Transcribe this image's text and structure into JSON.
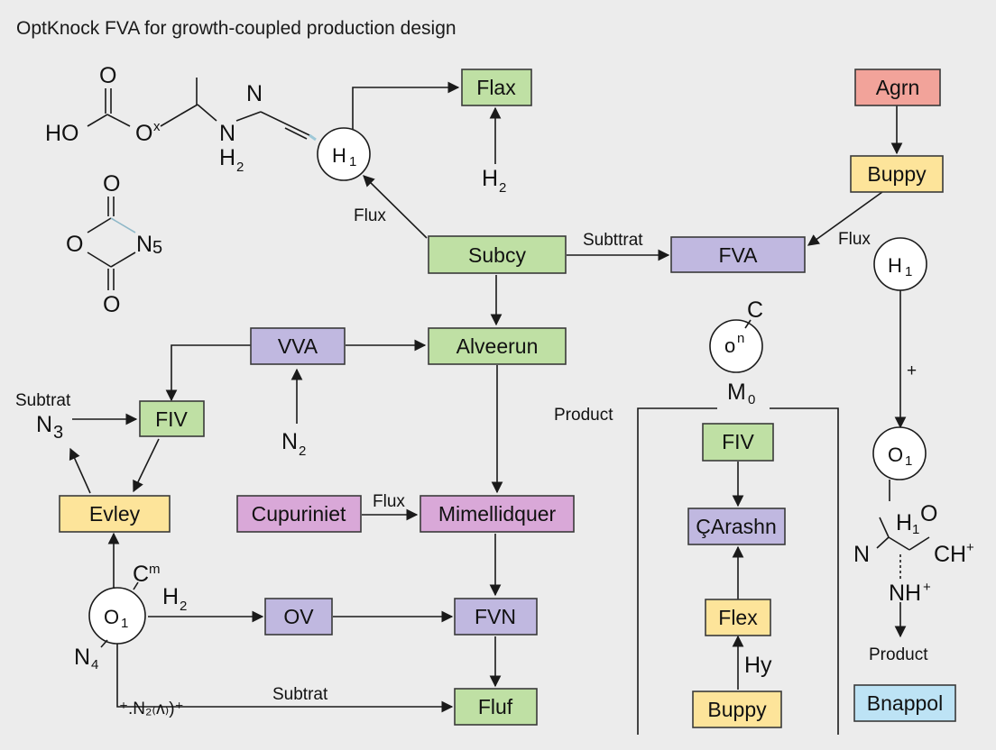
{
  "title": "OptKnock FVA for growth-coupled production design",
  "colors": {
    "green": "#bfe0a4",
    "purple": "#c0b8e0",
    "yellow": "#fde49a",
    "pink": "#d9a8d8",
    "red": "#f2a39a",
    "blue": "#bde3f5"
  },
  "boxes": {
    "flax": "Flax",
    "agrn": "Agrn",
    "buppy_top": "Buppy",
    "subcy": "Subcy",
    "fva": "FVA",
    "vva": "VVA",
    "alveerun": "Alveerun",
    "fiv_left": "FIV",
    "evley": "Evley",
    "cupuriniet": "Cupuriniet",
    "mimellidquer": "Mimellidquer",
    "ov": "OV",
    "fvn": "FVN",
    "fluf": "Fluf",
    "fiv_right": "FIV",
    "carashn": "ÇArashn",
    "flex": "Flex",
    "buppy_bottom": "Buppy",
    "bnappol": "Bnappol"
  },
  "nodes": {
    "h1_top": "H",
    "h1_top_sub": "1",
    "h1_right": "H",
    "h1_right_sub": "1",
    "o1_right": "O",
    "o1_right_sub": "1",
    "o1_left": "O",
    "o1_left_sub": "1",
    "on_circle": "o",
    "on_circle_sup": "n"
  },
  "labels": {
    "flux_1": "Flux",
    "subtrat_1": "Subttrat",
    "flux_2": "Flux",
    "product_1": "Product",
    "subtrat_2": "Subtrat",
    "flux_3": "Flux",
    "plus_1": "+",
    "hy": "Hy",
    "subtrat_3": "Subtrat",
    "product_2": "Product"
  },
  "chemistry": {
    "o_top": "O",
    "ho": "HO",
    "o_x": "O",
    "x_sup": "x",
    "n_top": "N",
    "n_mid": "N",
    "h2_mid": "H",
    "h2_mid_sub": "2",
    "h2_flax": "H",
    "h2_flax_sub": "2",
    "ring_o1": "O",
    "ring_o2": "O",
    "ring_n5": "N",
    "ring_n5_sub": "5",
    "ring_o3": "O",
    "c_mo": "C",
    "mo": "M",
    "mo_sub": "0",
    "n3": "N",
    "n3_sub": "3",
    "n2": "N",
    "n2_sub": "2",
    "cm": "C",
    "cm_sup": "m",
    "h2_low": "H",
    "h2_low_sub": "2",
    "n4": "N",
    "n4_sub": "4",
    "n2_bottom": "⁺.N₂₍ᴧ₎)⁺",
    "n_right": "N",
    "h1o": "H",
    "h1o_sub": "1",
    "h1o_o": "O",
    "ch_plus": "CH",
    "ch_plus_sup": "+",
    "nh_plus": "NH",
    "nh_plus_sup": "+"
  }
}
